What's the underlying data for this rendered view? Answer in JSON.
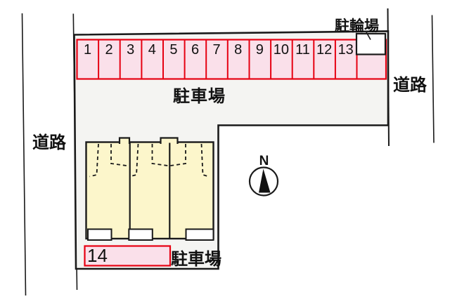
{
  "diagram": {
    "labels": {
      "parking_lot_top": "駐車場",
      "parking_lot_bottom": "駐車場",
      "bicycle_parking": "駐輪場",
      "road_left": "道路",
      "road_right": "道路",
      "compass_north": "N"
    },
    "parking": {
      "spaces": [
        "1",
        "2",
        "3",
        "4",
        "5",
        "6",
        "7",
        "8",
        "9",
        "10",
        "11",
        "12",
        "13"
      ],
      "extra_space": "14",
      "space_row_left": 109.5,
      "space_width": 30.6
    },
    "building": {
      "units": 3
    },
    "colors": {
      "space_fill": "#FAE0EA",
      "space_border": "#E60012",
      "building_fill": "#FCF6CB",
      "site_fill": "#F4F4F2",
      "line": "#1a1a1a"
    }
  }
}
